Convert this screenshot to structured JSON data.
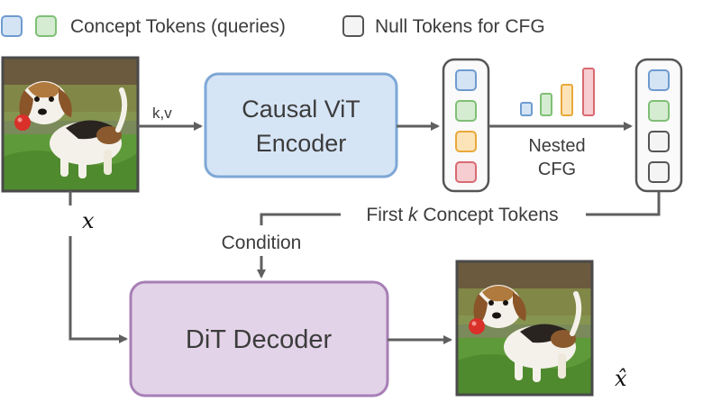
{
  "legend": {
    "concept_label": "Concept Tokens (queries)",
    "null_label": "Null Tokens for CFG"
  },
  "labels": {
    "kv": "k,v",
    "encoder_line1": "Causal ViT",
    "encoder_line2": "Encoder",
    "nested_line1": "Nested",
    "nested_line2": "CFG",
    "first_prefix": "First ",
    "first_k": "k",
    "first_suffix": " Concept Tokens",
    "condition": "Condition",
    "decoder": "DiT Decoder",
    "x": "x",
    "x_hat": "x̂"
  },
  "colors": {
    "blue_fill": "#d5e4f5",
    "blue_stroke": "#6f9bd0",
    "green_fill": "#d6ecd2",
    "green_stroke": "#7fbf76",
    "orange_fill": "#fde4b8",
    "orange_stroke": "#e8a93a",
    "red_fill": "#f6cdd0",
    "red_stroke": "#d96a72",
    "null_fill": "#f4f4f4",
    "null_stroke": "#555555",
    "encoder_fill": "#d6e5f6",
    "encoder_stroke": "#7ea7d6",
    "decoder_fill": "#e3d3e8",
    "decoder_stroke": "#a77fb6",
    "arrow": "#5f5f5f"
  },
  "icons": {
    "input_image": "beagle-puppy-photo",
    "output_image": "beagle-puppy-photo"
  }
}
